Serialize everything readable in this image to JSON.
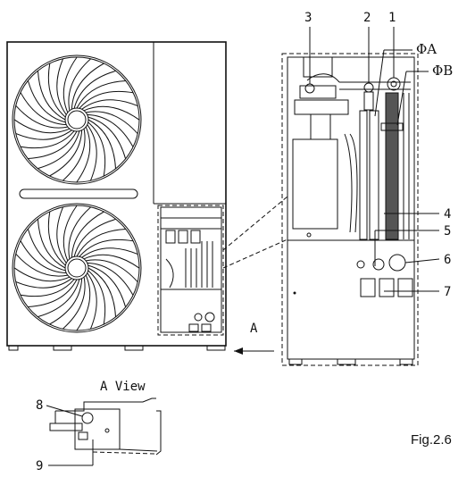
{
  "figure_label": "Fig.2.6",
  "view_label": "A View",
  "arrow_label": "A",
  "callouts": {
    "c1": "1",
    "c2": "2",
    "c3": "3",
    "c4": "4",
    "c5": "5",
    "c6": "6",
    "c7": "7",
    "c8": "8",
    "c9": "9",
    "phiA": "ΦA",
    "phiB": "ΦB"
  }
}
